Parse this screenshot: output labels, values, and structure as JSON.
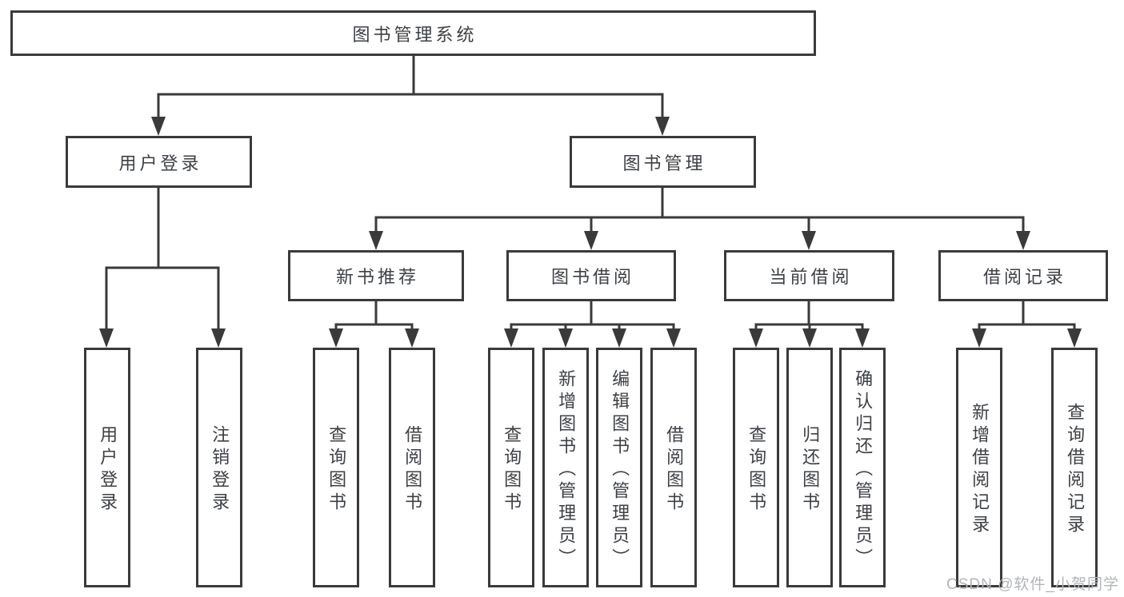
{
  "tree": {
    "label": "图书管理系统",
    "children": [
      {
        "label": "用户登录",
        "children": [
          {
            "label": "用户登录"
          },
          {
            "label": "注销登录"
          }
        ]
      },
      {
        "label": "图书管理",
        "children": [
          {
            "label": "新书推荐",
            "children": [
              {
                "label": "查询图书"
              },
              {
                "label": "借阅图书"
              }
            ]
          },
          {
            "label": "图书借阅",
            "children": [
              {
                "label": "查询图书"
              },
              {
                "label": "新增图书（管理员）"
              },
              {
                "label": "编辑图书（管理员）"
              },
              {
                "label": "借阅图书"
              }
            ]
          },
          {
            "label": "当前借阅",
            "children": [
              {
                "label": "查询图书"
              },
              {
                "label": "归还图书"
              },
              {
                "label": "确认归还（管理员）"
              }
            ]
          },
          {
            "label": "借阅记录",
            "children": [
              {
                "label": "新增借阅记录"
              },
              {
                "label": "查询借阅记录"
              }
            ]
          }
        ]
      }
    ]
  },
  "watermark": "CSDN @软件_小贺同学",
  "colors": {
    "line": "#3a3a3a",
    "text": "#3d4045",
    "watermark": "#b2b4b7"
  }
}
